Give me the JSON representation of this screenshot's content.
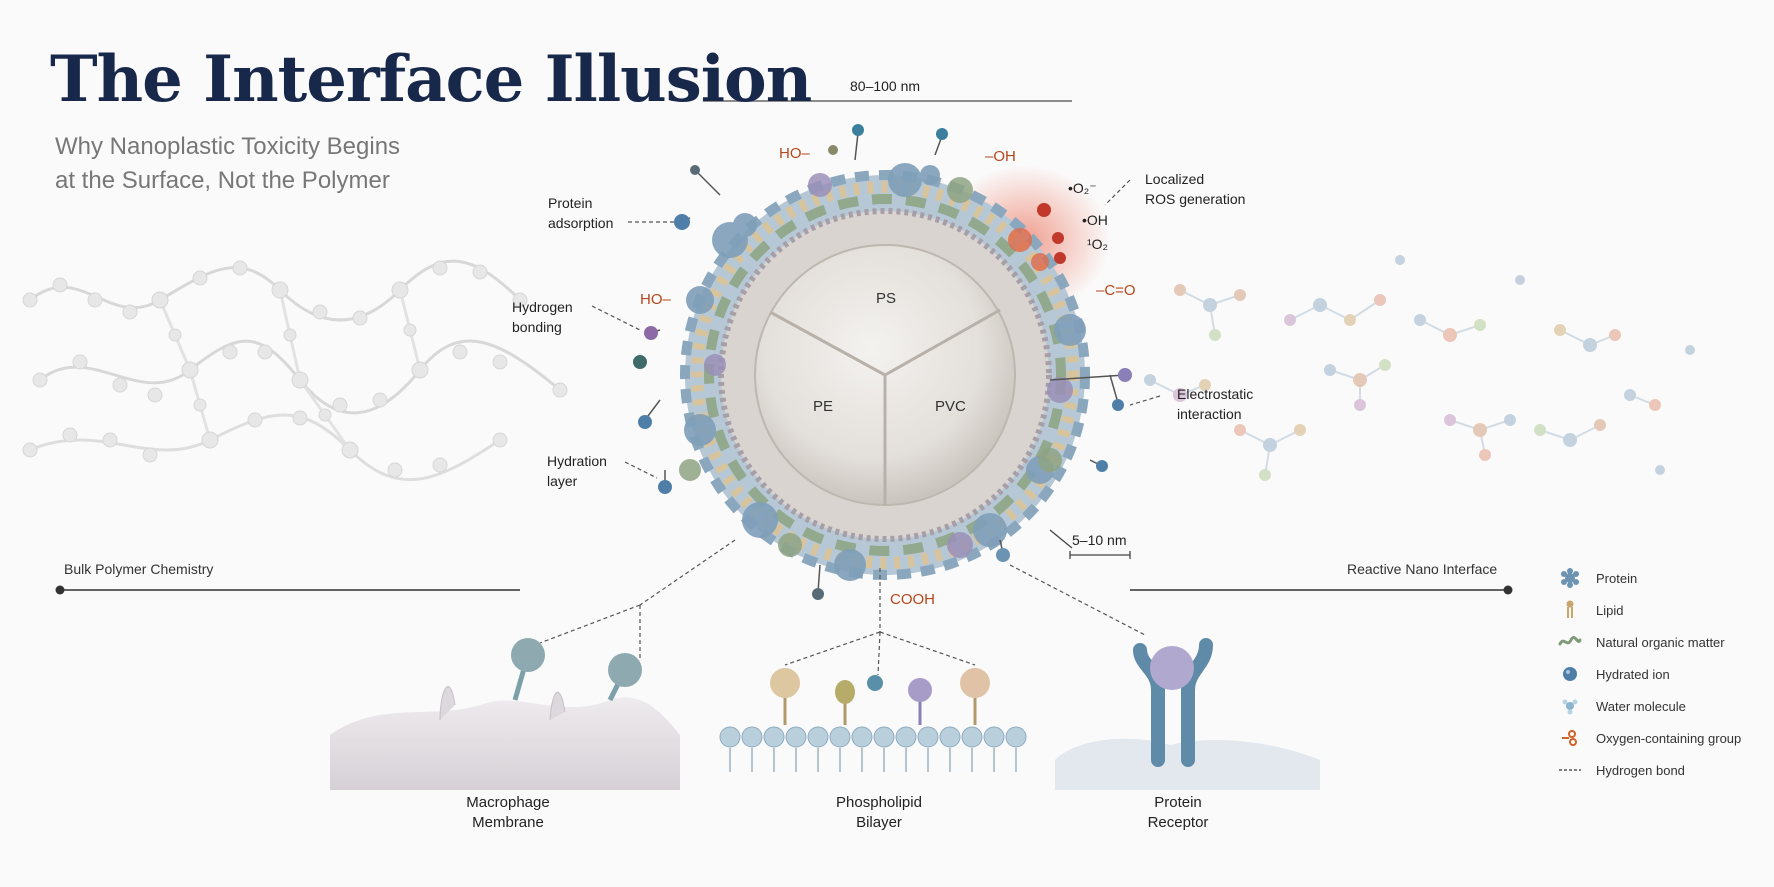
{
  "header": {
    "title": "The Interface Illusion",
    "subtitle_line1": "Why Nanoplastic Toxicity Begins",
    "subtitle_line2": "at the Surface, Not the Polymer"
  },
  "particle": {
    "size_label": "80–100 nm",
    "shell_thickness_label": "5–10 nm",
    "core_segments": [
      "PS",
      "PE",
      "PVC"
    ]
  },
  "callouts": {
    "protein_adsorption": [
      "Protein",
      "adsorption"
    ],
    "hydrogen_bonding": [
      "Hydrogen",
      "bonding"
    ],
    "hydration_layer": [
      "Hydration",
      "layer"
    ],
    "localized_ros": [
      "Localized",
      "ROS generation"
    ],
    "electrostatic": [
      "Electrostatic",
      "interaction"
    ]
  },
  "chemical_groups": {
    "ho_top": "HO–",
    "oh_top": "–OH",
    "ho_left": "HO–",
    "carbonyl": "–C=O",
    "cooh": "COOH"
  },
  "ros_species": {
    "superoxide": "•O₂⁻",
    "hydroxyl": "•OH",
    "singlet_oxygen": "¹O₂"
  },
  "axis": {
    "left_label": "Bulk Polymer Chemistry",
    "right_label": "Reactive Nano Interface"
  },
  "targets": [
    {
      "line1": "Macrophage",
      "line2": "Membrane"
    },
    {
      "line1": "Phospholipid",
      "line2": "Bilayer"
    },
    {
      "line1": "Protein",
      "line2": "Receptor"
    }
  ],
  "legend": [
    {
      "label": "Protein",
      "icon": "protein-icon",
      "color": "#6d93b3"
    },
    {
      "label": "Lipid",
      "icon": "lipid-icon",
      "color": "#c9a66b"
    },
    {
      "label": "Natural organic matter",
      "icon": "nom-icon",
      "color": "#7f9a78"
    },
    {
      "label": "Hydrated ion",
      "icon": "hydrated-ion-icon",
      "color": "#4f7fa8"
    },
    {
      "label": "Water molecule",
      "icon": "water-molecule-icon",
      "color": "#8db4cf"
    },
    {
      "label": "Oxygen-containing group",
      "icon": "oxygen-group-icon",
      "color": "#d0622a"
    },
    {
      "label": "Hydrogen bond",
      "icon": "hydrogen-bond-icon",
      "color": "#555555"
    }
  ]
}
